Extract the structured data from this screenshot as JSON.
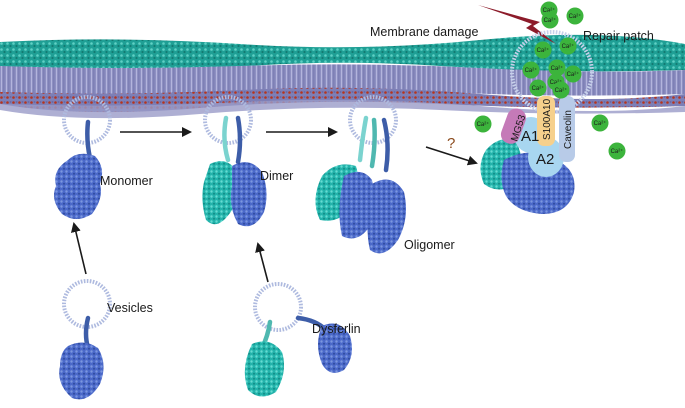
{
  "labels": {
    "membrane_damage": "Membrane damage",
    "repair_patch": "Repair patch",
    "monomer": "Monomer",
    "dimer": "Dimer",
    "oligomer": "Oligomer",
    "vesicles": "Vesicles",
    "dysferlin": "Dysferlin",
    "question_mark": "?"
  },
  "proteins": {
    "mg53": "MG53",
    "a1": "A1",
    "a2": "A2",
    "s100a10": "S100A10",
    "caveolin": "Caveolin"
  },
  "ion_label": "Ca²⁺",
  "colors": {
    "membrane_teal": "#1a9e94",
    "membrane_lavender": "#8d8fc0",
    "membrane_red": "#b0331c",
    "protein_blue": "#4b69c9",
    "protein_teal": "#23b3ab",
    "calcium_green": "#3cb43c",
    "lightning": "#8c1b2a",
    "a1_a2_blue": "#a8d6f0",
    "mg53_pink": "#c57ab8",
    "s100a10_yellow": "#f6d08c",
    "caveolin_blue": "#b8cbe8"
  }
}
